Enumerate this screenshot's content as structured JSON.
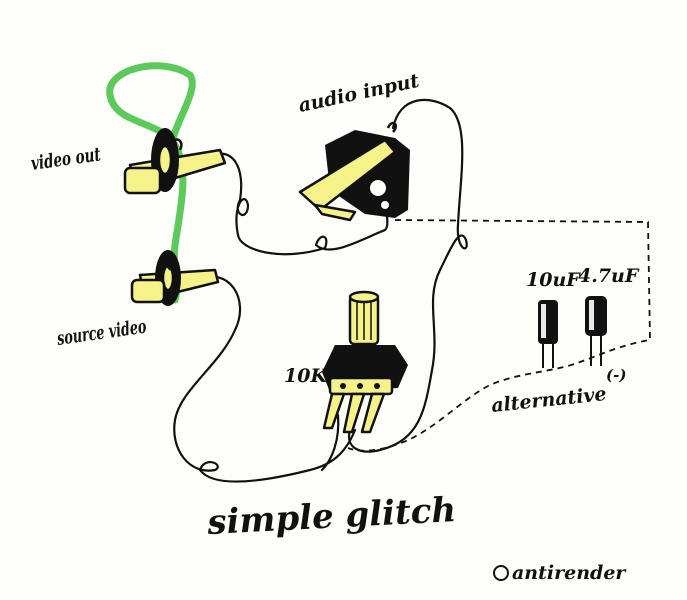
{
  "labels": {
    "video_out": "video out",
    "audio_input": "audio input",
    "source_video": "source video",
    "pot_value": "10K",
    "cap_small": "10uF",
    "cap_large": "4.7uF",
    "polarity": "(-)",
    "alternative": "alternative",
    "title": "simple glitch",
    "credit": "antirender"
  },
  "colors": {
    "connector_yellow": "#f6f28a",
    "ink": "#111111",
    "green_wire": "#3fbf3f",
    "paper": "#fdfdf9"
  },
  "icons": {
    "credit_symbol": "copyright-icon"
  }
}
